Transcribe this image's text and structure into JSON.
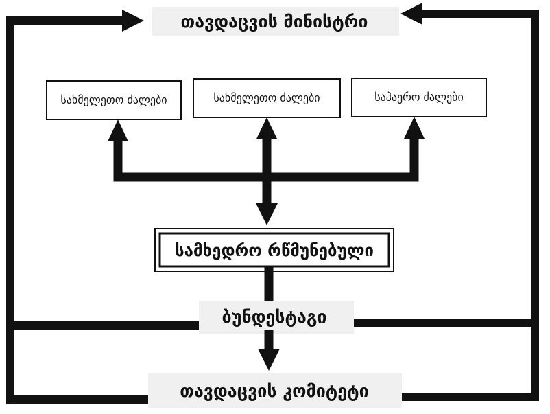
{
  "diagram": {
    "top_label": "თავდაცვის მინისტრი",
    "branches": [
      "სახმელეთო ძალები",
      "სახმელეთო ძალები",
      "საჰაერო ძალები"
    ],
    "center_box": "სამხედრო რწმუნებული",
    "middle_label": "ბუნდესტაგი",
    "bottom_label": "თავდაცვის კომიტეტი"
  }
}
